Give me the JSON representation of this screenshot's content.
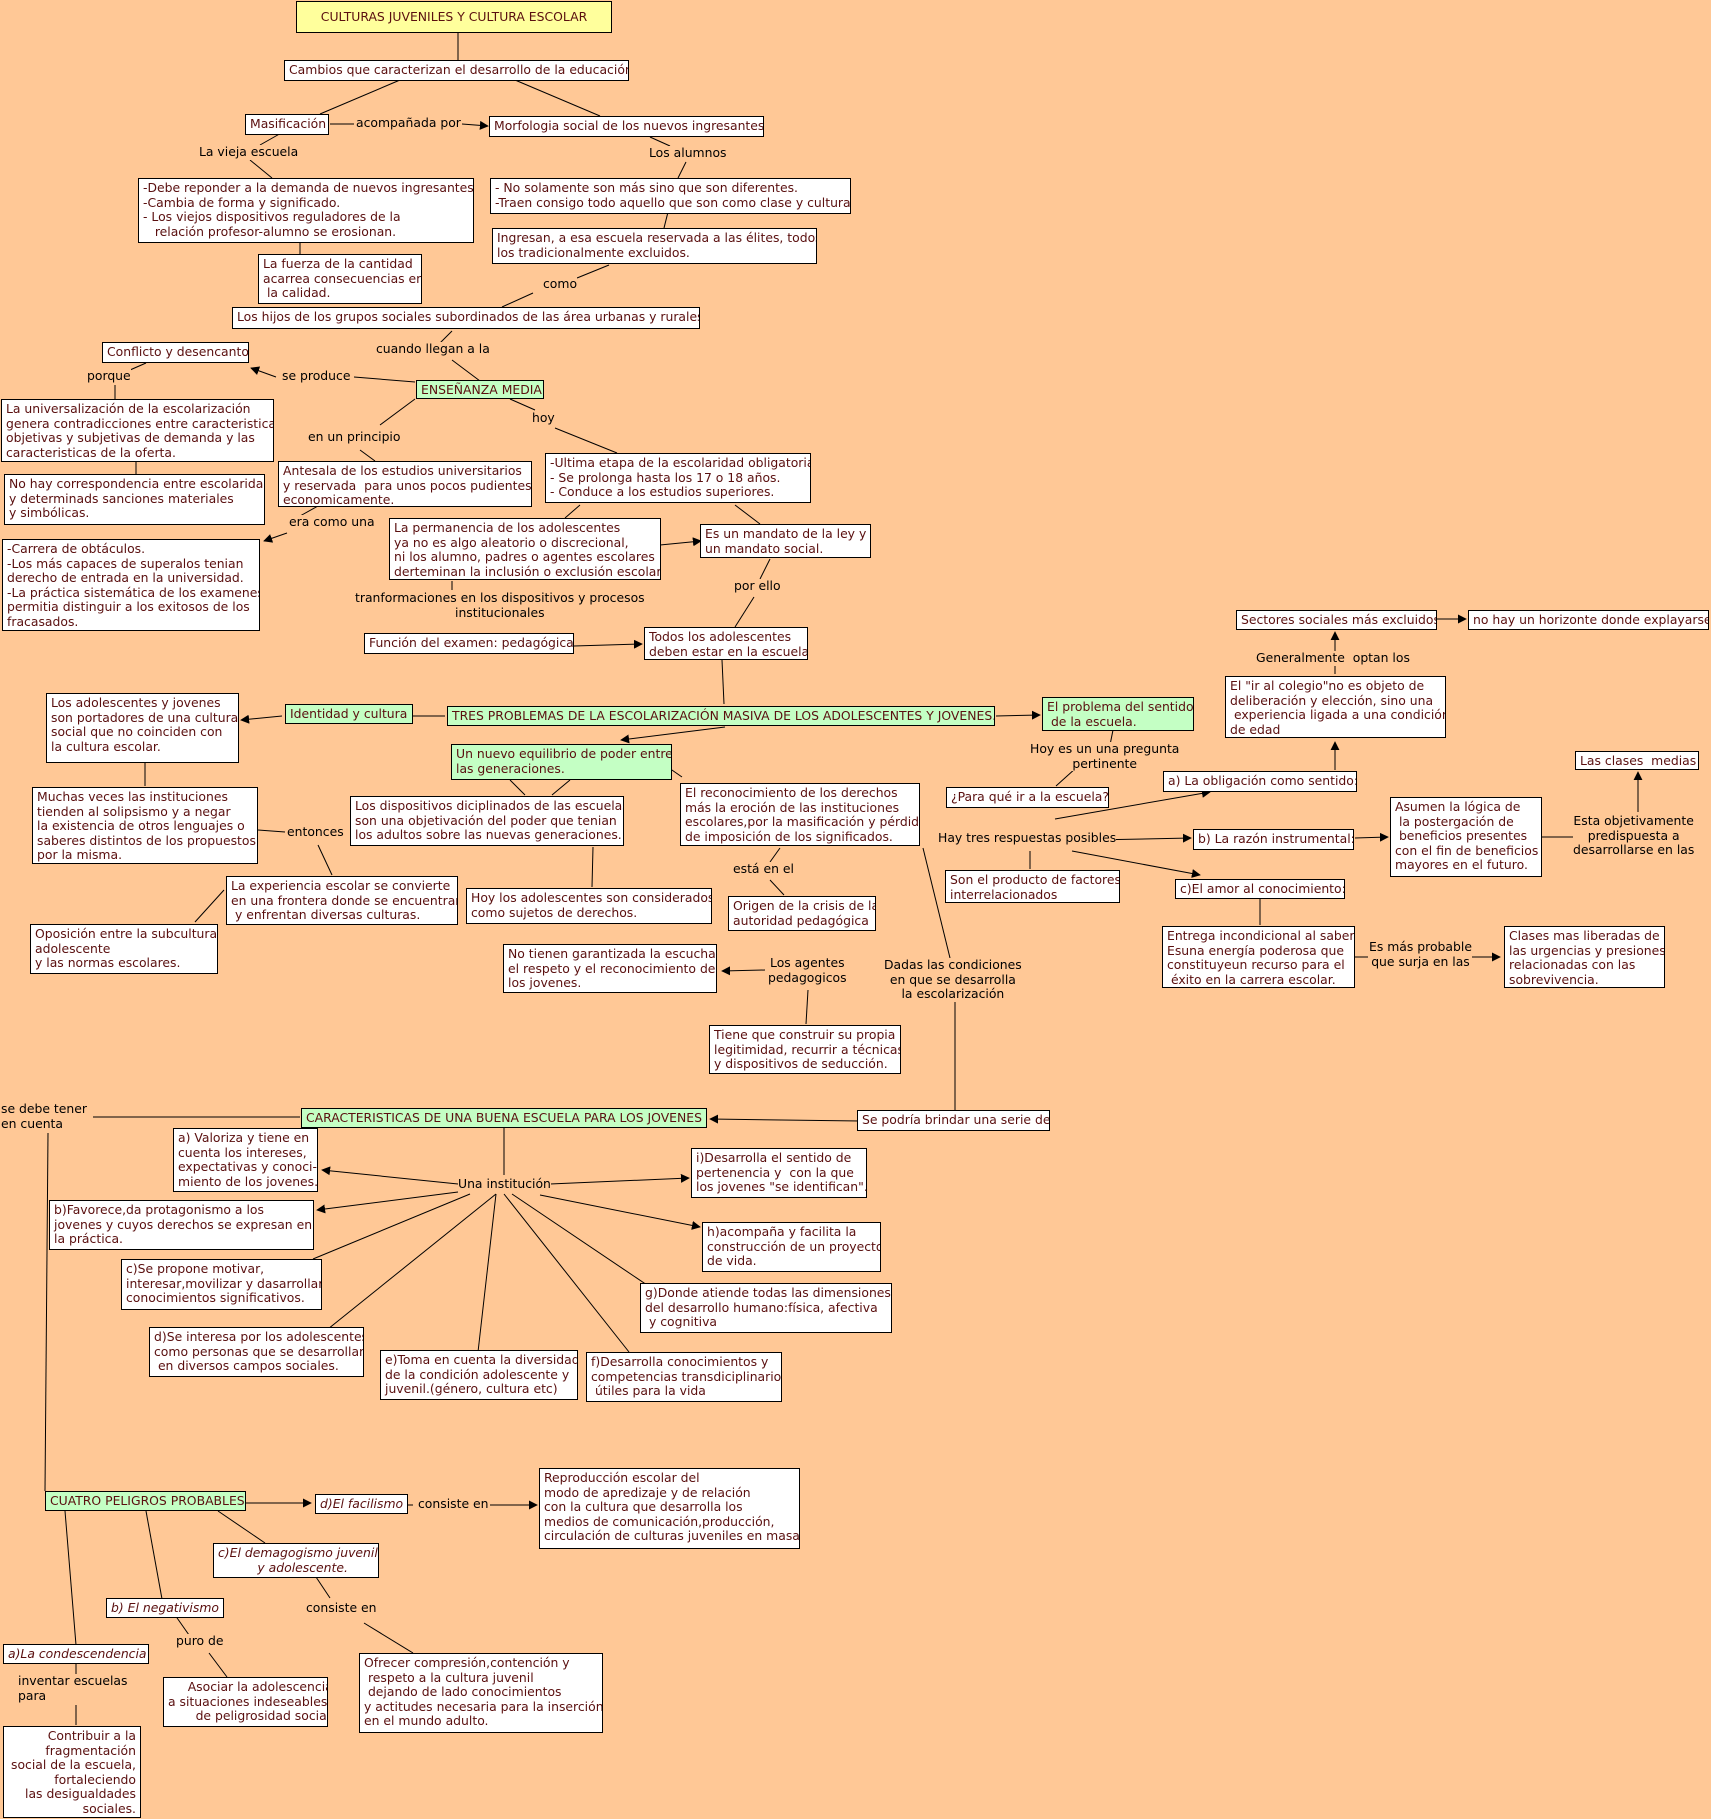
{
  "colors": {
    "background": "#ffc896",
    "node": "#ffffff",
    "highlight": "#c4ffc4",
    "title": "#ffff9c",
    "text": "#5a0f0f"
  },
  "title": "CULTURAS JUVENILES Y CULTURA ESCOLAR",
  "nodes": {
    "cambios": "Cambios que caracterizan el desarrollo de la educación:",
    "masificacion": "Masificación",
    "morfologia": "Morfologia social de los nuevos ingresantes.",
    "vieja_escuela_box": "-Debe reponder a la demanda de nuevos ingresantes.\n-Cambia de forma y significado.\n- Los viejos dispositivos reguladores de la\n   relación profesor-alumno se erosionan.",
    "alumnos_box": "- No solamente son más sino que son diferentes.\n-Traen consigo todo aquello que son como clase y cultura.",
    "fuerza": "La fuerza de la cantidad\nacarrea consecuencias en\n la calidad.",
    "ingresan": "Ingresan, a esa escuela reservada a las élites, todos\nlos tradicionalmente excluidos.",
    "hijos": "Los hijos de los grupos sociales subordinados de las área urbanas y rurales.",
    "conflicto": "Conflicto y desencanto",
    "universalizacion": "La universalización de la escolarización\ngenera contradicciones entre caracteristicas\nobjetivas y subjetivas de demanda y las\ncaracteristicas de la oferta.",
    "ensenanza_media": "ENSEÑANZA MEDIA",
    "no_hay_corresp": "No hay correspondencia entre escolaridad\ny determinads sanciones materiales\ny simbólicas.",
    "antesala": "Antesala de los estudios universitarios\ny reservada  para unos pocos pudientes\neconomicamente.",
    "ultima_etapa": "-Ultima etapa de la escolaridad obligatoria.\n- Se prolonga hasta los 17 o 18 años.\n- Conduce a los estudios superiores.",
    "carrera": "-Carrera de obtáculos.\n-Los más capaces de superalos tenian\nderecho de entrada en la universidad.\n-La práctica sistemática de los examenes\npermitia distinguir a los exitosos de los\nfracasados.",
    "permanencia": "La permanencia de los adolescentes\nya no es algo aleatorio o discrecional,\nni los alumno, padres o agentes escolares\nderteminan la inclusión o exclusión escolar.",
    "mandato": "Es un mandato de la ley y\nun mandato social.",
    "funcion_examen": "Función del examen: pedagógica.",
    "todos_adolescentes": "Todos los adolescentes\ndeben estar en la escuela",
    "sectores": "Sectores sociales más excluidos",
    "no_horizonte": "no hay un horizonte donde explayarse",
    "ir_colegio": "El \"ir al colegio\"no es objeto de\ndeliberación y elección, sino una\n experiencia ligada a una condición\nde edad",
    "los_adolescentes": "Los adolescentes y jovenes\nson portadores de una cultura\nsocial que no coinciden con\nla cultura escolar.",
    "identidad": "Identidad y cultura",
    "tres_problemas": "TRES PROBLEMAS DE LA ESCOLARIZACIÓN MASIVA DE LOS ADOLESCENTES Y JOVENES.",
    "problema_sentido": "El problema del sentido\n de la escuela.",
    "nuevo_equilibrio": "Un nuevo equilibrio de poder entre\nlas generaciones.",
    "clases_medias": "Las clases  medias",
    "obligacion": "a) La obligación como sentido:",
    "para_que": "¿Para qué ir a la escuela?",
    "muchas_veces": "Muchas veces las instituciones\ntienden al solipsismo y a negar\nla existencia de otros lenguajes o\nsaberes distintos de los propuestos\npor la misma.",
    "dispositivos": "Los dispositivos diciplinados de las escuelas\nson una objetivación del poder que tenian\nlos adultos sobre las nuevas generaciones.",
    "reconocimiento": "El reconocimiento de los derechos\nmás la eroción de las instituciones\nescolares,por la masificación y pérdida\nde imposición de los significados.",
    "razon": "b) La razón instrumental:",
    "asumen": "Asumen la lógica de\n la postergación de\n beneficios presentes\ncon el fin de beneficios\nmayores en el futuro.",
    "producto": "Son el producto de factores\ninterrelacionados",
    "amor": "c)El amor al conocimiento:",
    "experiencia": "La experiencia escolar se convierte\nen una frontera donde se encuentran\n y enfrentan diversas culturas.",
    "hoy_sujetos": "Hoy los adolescentes son considerados\ncomo sujetos de derechos.",
    "origen": "Origen de la crisis de la\nautoridad pedagógica",
    "oposicion": "Oposición entre la subcultura\nadolescente\ny las normas escolares.",
    "entrega": "Entrega incondicional al saber.\nEsuna energía poderosa que\nconstituyeun recurso para el\n éxito en la carrera escolar.",
    "clases_liberadas": "Clases mas liberadas de\nlas urgencias y presiones\nrelacionadas con las\nsobrevivencia.",
    "no_tienen": "No tienen garantizada la escucha,\nel respeto y el reconocimiento de\nlos jovenes.",
    "tiene_construir": "Tiene que construir su propia\nlegitimidad, recurrir a técnicas\ny dispositivos de seducción.",
    "caracteristicas": "CARACTERISTICAS DE UNA BUENA ESCUELA PARA LOS JOVENES",
    "se_podria": "Se podría brindar una serie de",
    "a_valoriza": "a) Valoriza y tiene en\ncuenta los intereses,\nexpectativas y conoci-\nmiento de los jovenes.",
    "i_desarrolla": "i)Desarrolla el sentido de\npertenencia y  con la que\nlos jovenes \"se identifican\".",
    "b_favorece": "b)Favorece,da protagonismo a los\njovenes y cuyos derechos se expresan en\nla práctica.",
    "h_acompana": "h)acompaña y facilita la\nconstrucción de un proyecto\nde vida.",
    "c_propone": "c)Se propone motivar,\ninteresar,movilizar y dasarrollar\nconocimientos significativos.",
    "g_donde": "g)Donde atiende todas las dimensiones\ndel desarrollo humano:física, afectiva\n y cognitiva",
    "d_interesa": "d)Se interesa por los adolescentes\ncomo personas que se desarrollan\n en diversos campos sociales.",
    "e_toma": "e)Toma en cuenta la diversidad\nde la condición adolescente y\njuvenil.(género, cultura etc)",
    "f_desarrolla": "f)Desarrolla conocimientos y\ncompetencias transdiciplinarios\n útiles para la vida",
    "cuatro_peligros": "CUATRO PELIGROS PROBABLES",
    "facilismo": "d)El facilismo",
    "reproduccion": "Reproducción escolar del\nmodo de apredizaje y de relación\ncon la cultura que desarrolla los\nmedios de comunicación,producción,\ncirculación de culturas juveniles en masa.",
    "demagogismo": "c)El demagogismo juvenil\n          y adolescente.",
    "negativismo": "b) El negativismo",
    "condescendencia": "a)La condescendencia",
    "asociar": "     Asociar la adolescencia\na situaciones indeseables\n       de peligrosidad social",
    "ofrecer": "Ofrecer compresión,contención y\n respeto a la cultura juvenil\n dejando de lado conocimientos\ny actitudes necesaria para la inserción\nen el mundo adulto.",
    "contribuir": "Contribuir a la\nfragmentación\nsocial de la escuela,\nfortaleciendo\nlas desigualdades\nsociales."
  },
  "labels": {
    "acompanada": "acompañada por",
    "vieja": "La vieja escuela",
    "los_alumnos": "Los alumnos",
    "como": "como",
    "cuando": "cuando llegan a la",
    "porque": "porque",
    "se_produce": "se produce",
    "hoy": "hoy",
    "en_principio": "en un principio",
    "era_como": "era como una",
    "transformaciones": "tranformaciones en los dispositivos y procesos\ninstitucionales",
    "por_ello": "por ello",
    "generalmente": "Generalmente  optan los",
    "hoy_pregunta": "Hoy es un una pregunta\npertinente",
    "tres_respuestas": "Hay tres respuestas posibles",
    "entonces": "entonces",
    "esta_en": "está en el",
    "esta_obj": "Esta objetivamente\npredispuesta a\ndesarrollarse en las",
    "mas_probable": "Es más probable\nque surja en las",
    "agentes": "Los agentes\npedagogicos",
    "dadas": "Dadas las condiciones\nen que se desarrolla\nla escolarización",
    "se_debe": "se debe tener\nen cuenta",
    "una_institucion": "Una institución",
    "consiste1": "consiste en",
    "consiste2": "consiste en",
    "puro": "puro de",
    "inventar": "inventar escuelas\npara"
  }
}
